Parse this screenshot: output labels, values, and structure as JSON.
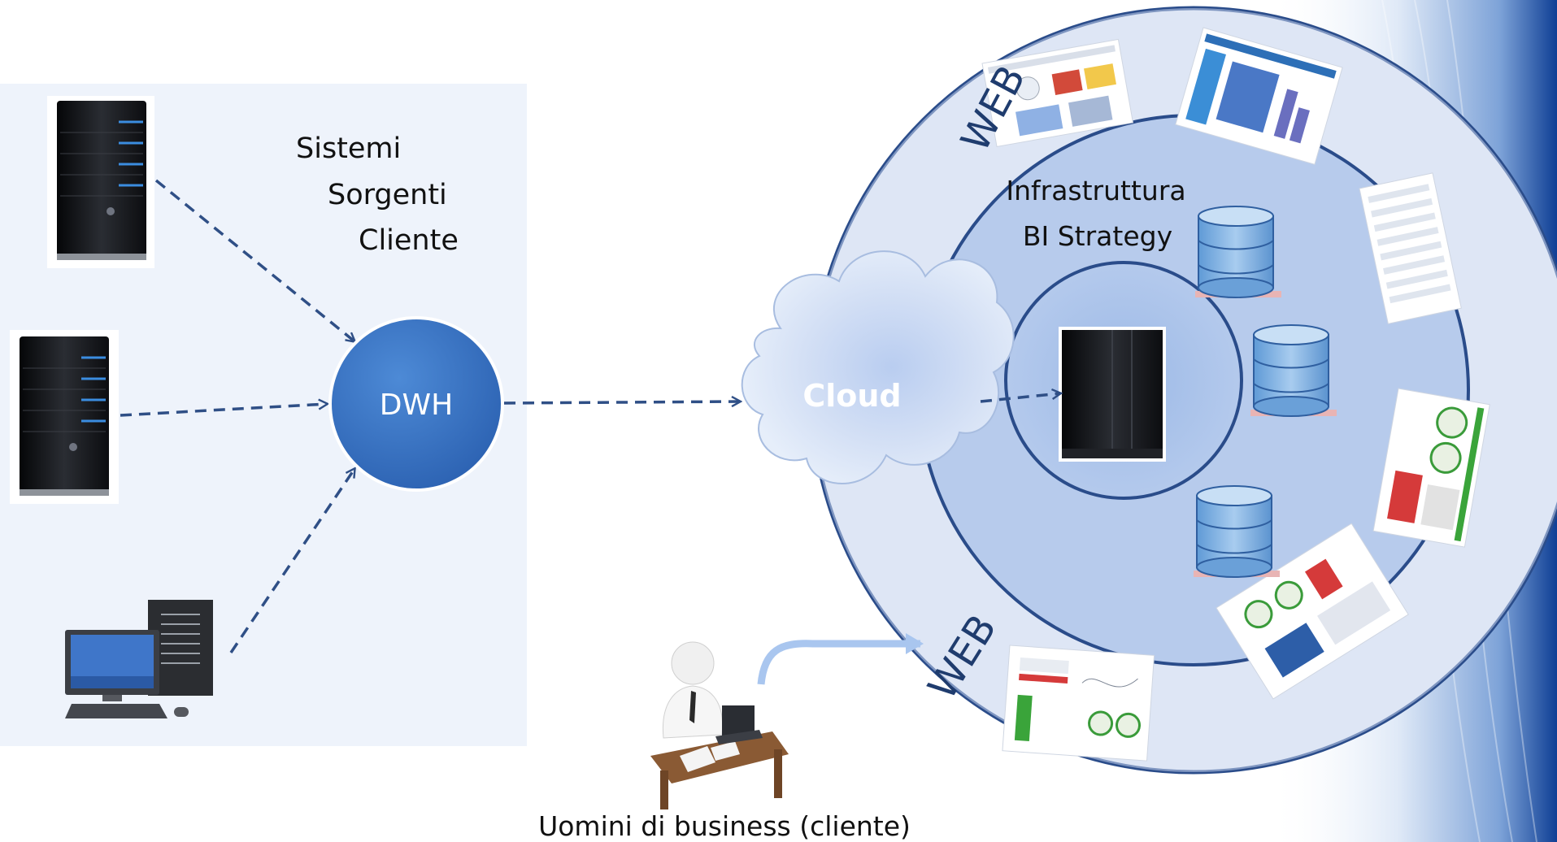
{
  "diagram": {
    "source_systems_label": [
      "Sistemi",
      "Sorgenti",
      "Cliente"
    ],
    "dwh_label": "DWH",
    "cloud_label": "Cloud",
    "infrastructure_label": [
      "Infrastruttura",
      "BI Strategy"
    ],
    "web_label_top": "WEB",
    "web_label_bottom": "WEB",
    "business_users_label": "Uomini di business (cliente)"
  },
  "colors": {
    "panel_bg": "#eef3fb",
    "dwh_fill": "#3a74c4",
    "arrow": "#2f4f86",
    "ring_outer": "#c3d2ec",
    "ring_stroke": "#2a4c8a",
    "database": "#6ca6dc",
    "backdrop": "#1f4f9e"
  },
  "icons": [
    "server-icon",
    "desktop-computer-icon",
    "mainframe-icon",
    "database-icon",
    "cloud-icon",
    "dashboard-screenshot-icon",
    "business-person-icon"
  ]
}
